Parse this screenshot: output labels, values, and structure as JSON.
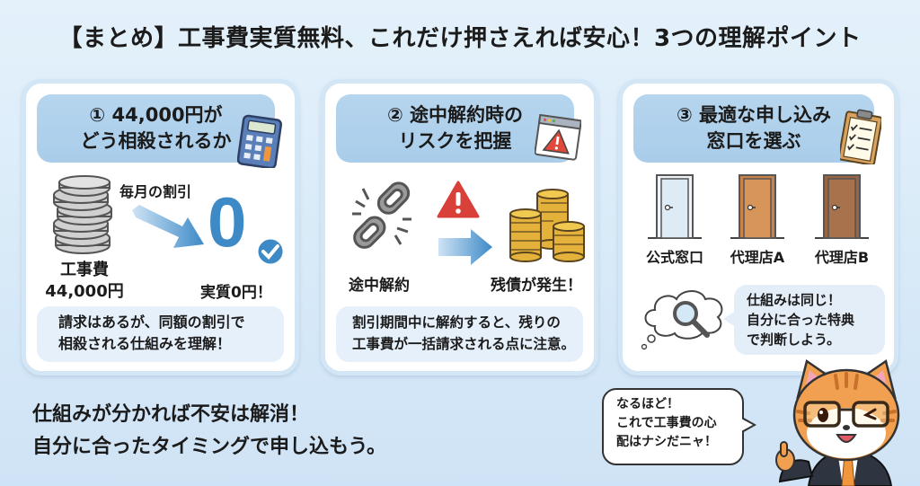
{
  "title": "【まとめ】工事費実質無料、これだけ押さえれば安心！3つの理解ポイント",
  "cards": [
    {
      "heading_line1": "① 44,000円が",
      "heading_line2": "どう相殺されるか",
      "icon": "calculator-icon",
      "labels": {
        "discount": "毎月の割引",
        "cost_line1": "工事費",
        "cost_line2": "44,000円",
        "zero_digit": "0",
        "result": "実質0円！"
      },
      "note_line1": "請求はあるが、同額の割引で",
      "note_line2": "相殺される仕組みを理解！"
    },
    {
      "heading_line1": "② 途中解約時の",
      "heading_line2": "リスクを把握",
      "icon": "warning-window-icon",
      "labels": {
        "cancel": "途中解約",
        "debt": "残債が発生！"
      },
      "note_line1": "割引期間中に解約すると、残りの",
      "note_line2": "工事費が一括請求される点に注意。"
    },
    {
      "heading_line1": "③ 最適な申し込み",
      "heading_line2": "窓口を選ぶ",
      "icon": "clipboard-checklist-icon",
      "doors": [
        {
          "label": "公式窓口",
          "color": "#dcebf6"
        },
        {
          "label": "代理店A",
          "color": "#d8955a"
        },
        {
          "label": "代理店B",
          "color": "#a8724d"
        }
      ],
      "speech_line1": "仕組みは同じ！",
      "speech_line2": "自分に合った特典",
      "speech_line3": "で判断しよう。"
    }
  ],
  "bottom_line1": "仕組みが分かれば不安は解消！",
  "bottom_line2": "自分に合ったタイミングで申し込もう。",
  "mascot_bubble_line1": "なるほど！",
  "mascot_bubble_line2": "これで工事費の心",
  "mascot_bubble_line3": "配はナシだニャ！",
  "colors": {
    "accent_blue": "#3d8ac7",
    "header_blue": "#aecfea",
    "warning_red": "#d9403a",
    "coin_gold": "#e4b23a"
  }
}
